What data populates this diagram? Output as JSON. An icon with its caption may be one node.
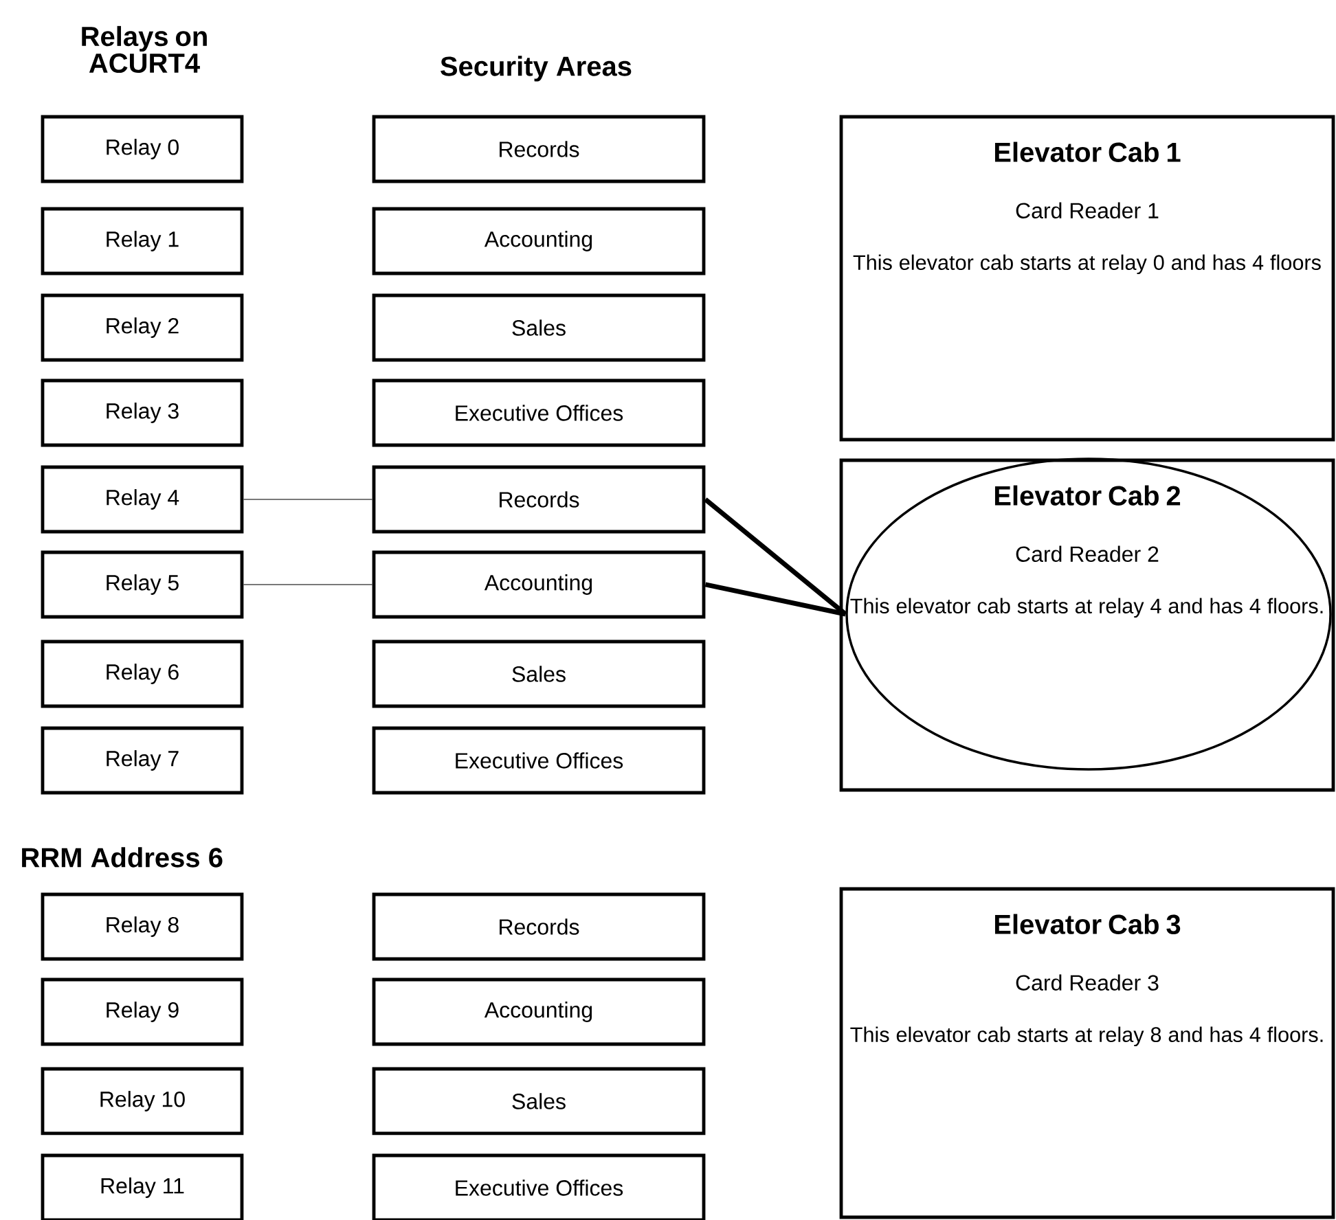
{
  "diagram": {
    "nodes": [
      {
        "text": [
          "Relay 0"
        ]
      },
      {
        "text": [
          "Relay 1"
        ]
      },
      {
        "text": [
          "Relay 2"
        ]
      },
      {
        "text": [
          "Relay 3"
        ]
      },
      {
        "text": [
          "Relay 4"
        ]
      },
      {
        "text": [
          "Relay 5"
        ]
      },
      {
        "text": [
          "Relay 6"
        ]
      },
      {
        "text": [
          "Relay 7"
        ]
      },
      {
        "text": [
          "Relay 8"
        ]
      },
      {
        "text": [
          "Relay 9"
        ]
      },
      {
        "text": [
          "Relay 10"
        ]
      },
      {
        "text": [
          "Relay 11"
        ]
      },
      {
        "text": [
          "Records"
        ]
      },
      {
        "text": [
          "Accounting"
        ]
      },
      {
        "text": [
          "Sales"
        ]
      },
      {
        "text": [
          "Executive Offices"
        ]
      },
      {
        "text": [
          "Records"
        ]
      },
      {
        "text": [
          "Accounting"
        ]
      },
      {
        "text": [
          "Sales"
        ]
      },
      {
        "text": [
          "Executive Offices"
        ]
      },
      {
        "text": [
          "Records"
        ]
      },
      {
        "text": [
          "Accounting"
        ]
      },
      {
        "text": [
          "Sales"
        ]
      },
      {
        "text": [
          "Executive Offices"
        ]
      },
      {
        "text": [
          "Elevator Cab 1",
          "Card Reader 1",
          "This elevator cab starts at relay 0 and has 4 floors"
        ]
      },
      {
        "text": [],
        "shape": "box"
      },
      {
        "text": [
          "Elevator Cab 2",
          "Card Reader 2",
          "This elevator cab starts at relay 4 and has 4 floors."
        ],
        "in": 25
      },
      {
        "text": [
          "Elevator Cab 3",
          "Card Reader 3",
          "This elevator cab starts at relay 8 and has 4 floors."
        ]
      }
    ],
    "edges": [
      {
        "from": 4,
        "to": 16,
        "arrow": "none"
      },
      {
        "from": 5,
        "to": 17,
        "arrow": "none"
      },
      {
        "from": 16,
        "to": 26,
        "arrow": "none",
        "style": "thick"
      },
      {
        "from": 17,
        "to": 26,
        "arrow": "none",
        "style": "thick"
      }
    ],
    "labels": [
      "Relays on ACURT4",
      "Security Areas",
      "RRM Address 6"
    ]
  }
}
